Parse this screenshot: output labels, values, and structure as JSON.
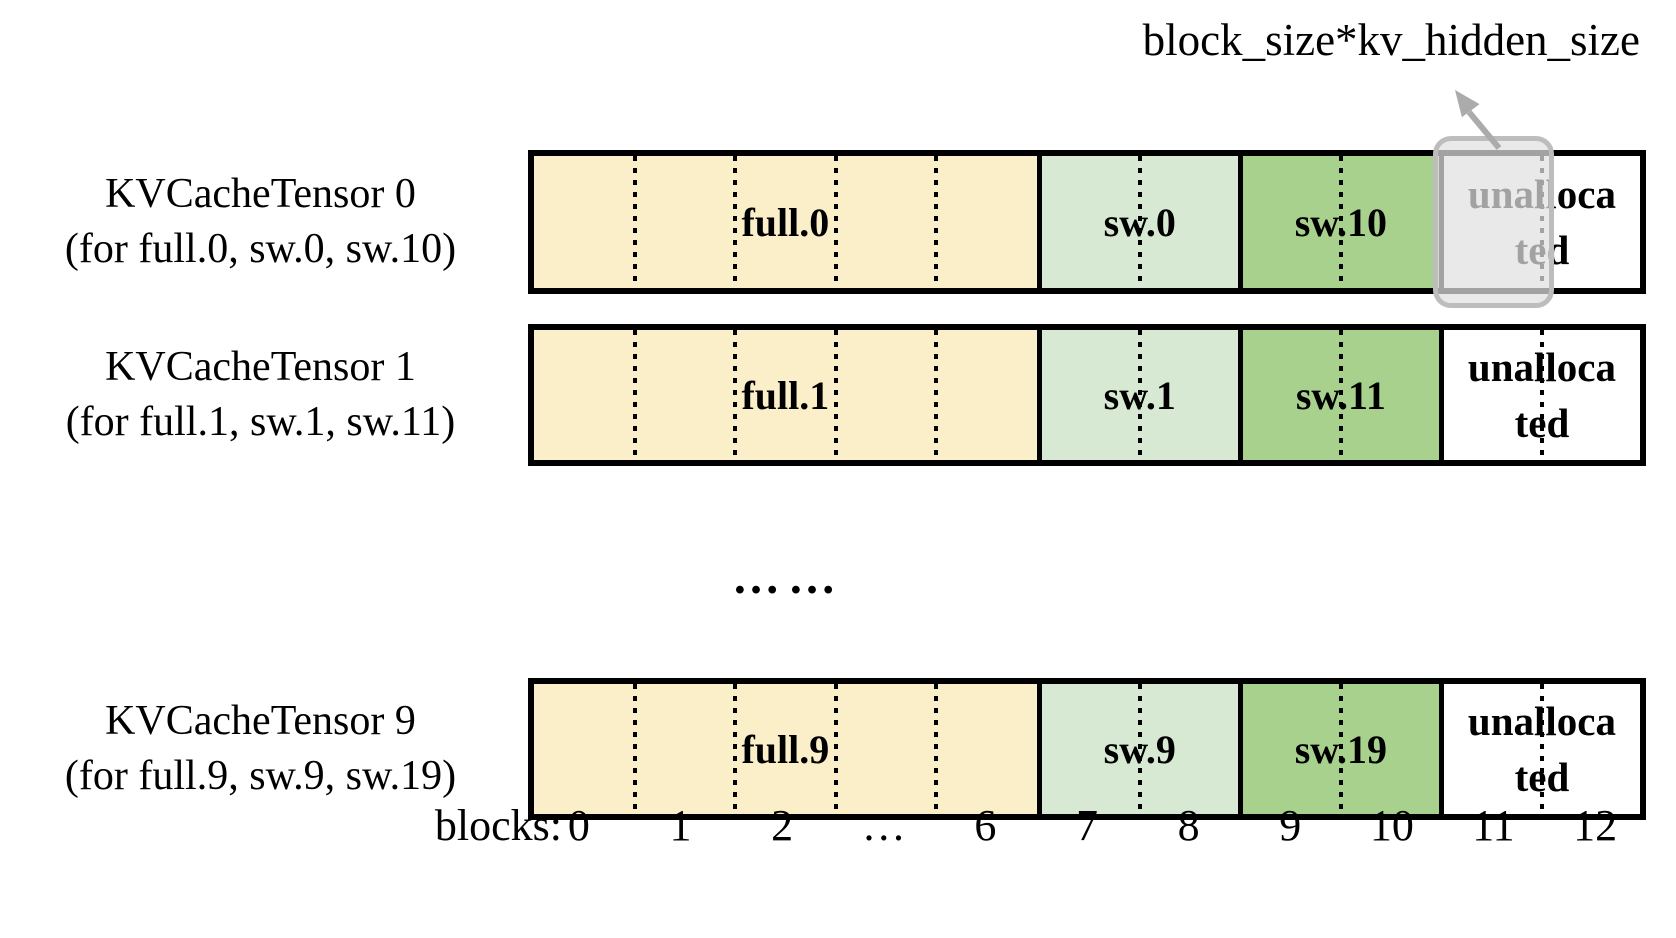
{
  "annotation": {
    "label": "block_size*kv_hidden_size"
  },
  "rows": [
    {
      "title": "KVCacheTensor 0",
      "subtitle": "(for full.0, sw.0, sw.10)",
      "segments": {
        "full": "full.0",
        "sw": "sw.0",
        "sw_hi": "sw.10",
        "unallocated": "unalloca\nted"
      },
      "highlighted_block": "11"
    },
    {
      "title": "KVCacheTensor 1",
      "subtitle": "(for full.1, sw.1, sw.11)",
      "segments": {
        "full": "full.1",
        "sw": "sw.1",
        "sw_hi": "sw.11",
        "unallocated": "unalloca\nted"
      }
    },
    {
      "title": "KVCacheTensor 9",
      "subtitle": "(for full.9, sw.9, sw.19)",
      "segments": {
        "full": "full.9",
        "sw": "sw.9",
        "sw_hi": "sw.19",
        "unallocated": "unalloca\nted"
      }
    }
  ],
  "ellipsis": "……",
  "axis": {
    "label": "blocks:",
    "ticks": [
      "0",
      "1",
      "2",
      "…",
      "6",
      "7",
      "8",
      "9",
      "10",
      "11",
      "12"
    ]
  },
  "colors": {
    "full_block": "#fbefca",
    "sw_block": "#d7e9d3",
    "sw_hi_block": "#a9d18e",
    "unallocated_block": "#ffffff",
    "highlight_fill": "#e7e6e6",
    "highlight_border": "#bfbfbf",
    "arrow": "#ababab",
    "border": "#000000"
  }
}
